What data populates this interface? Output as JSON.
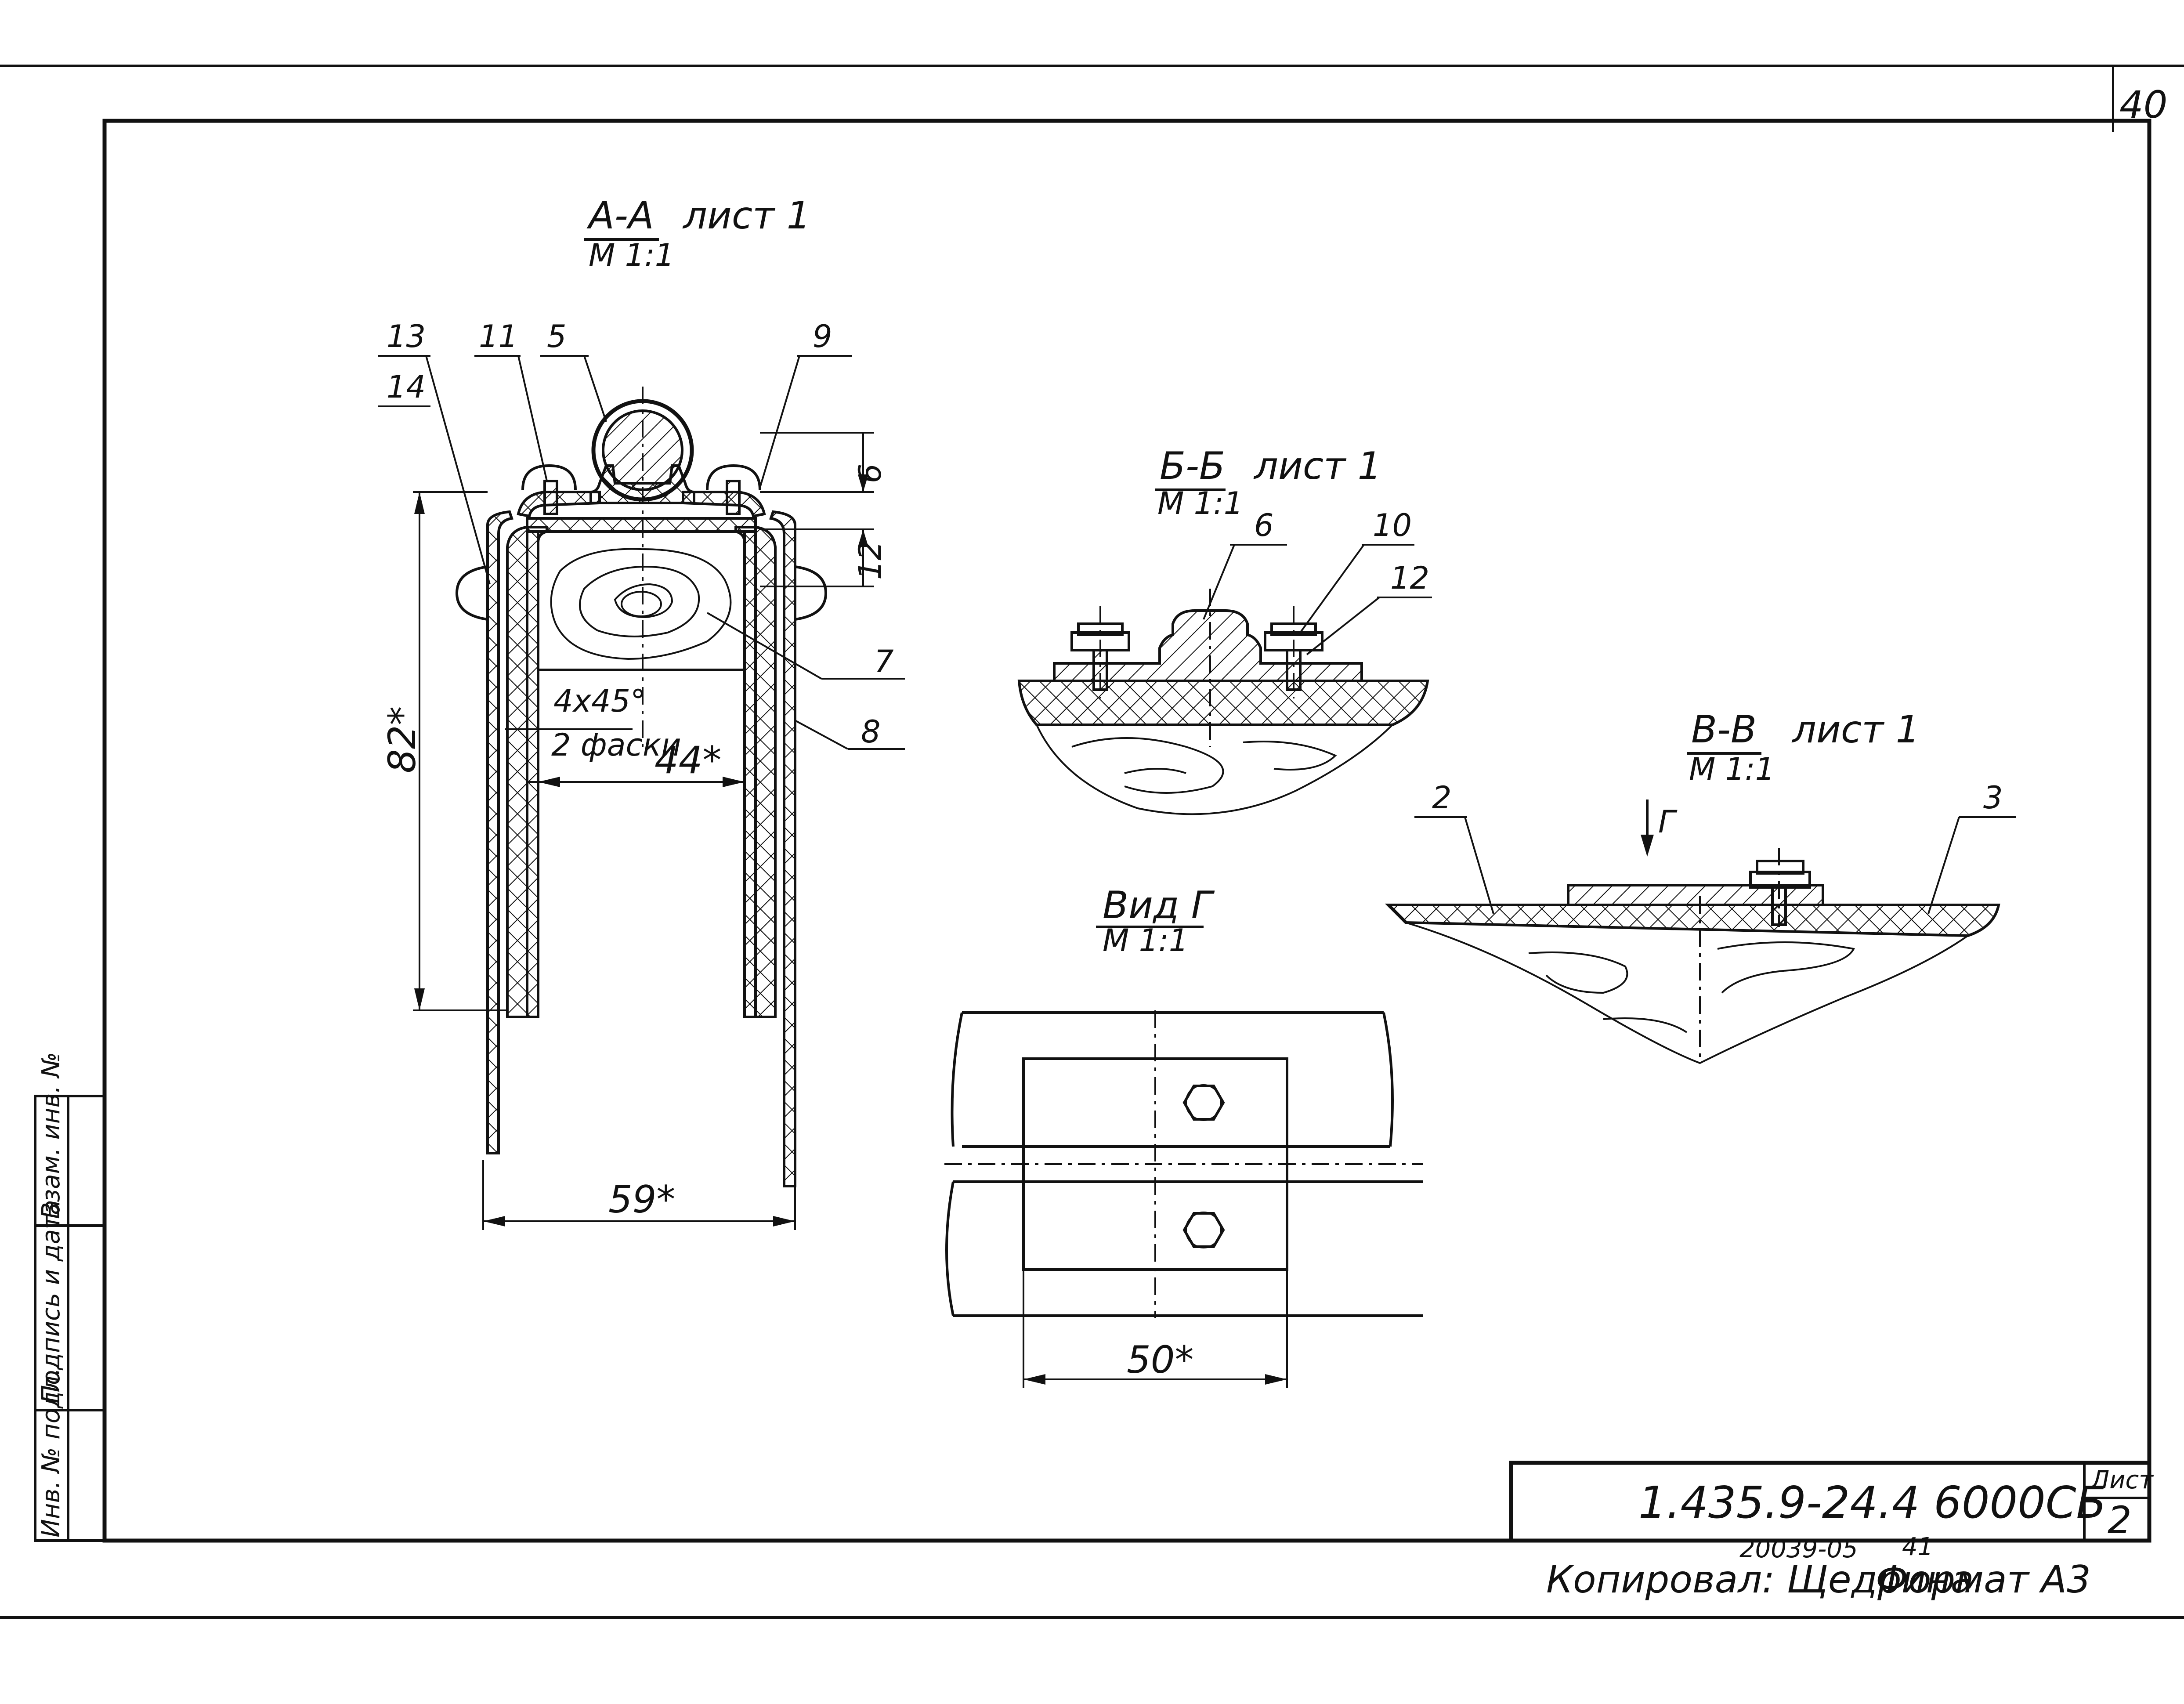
{
  "sheet_number_corner": "40",
  "document_code": "1.435.9-24.4 6000СБ",
  "sheet_label": "Лист",
  "sheet_value": "2",
  "bottom": {
    "code_number": "20039-05",
    "small_number": "41",
    "copied_by": "Копировал: Щедрина",
    "format": "Формат А3"
  },
  "side_stamp": {
    "inv_original": "Инв. № подл.",
    "sign_date": "Подпись и дата",
    "replace_inv": "Взам. инв. №"
  },
  "section_aa": {
    "title": "А-А",
    "sheet": "лист 1",
    "scale": "М 1:1",
    "callouts": [
      "13",
      "14",
      "11",
      "5",
      "9",
      "7",
      "8"
    ],
    "chamfer": "4x45°",
    "chamfer_note": "2 фаски",
    "dim_height": "82*",
    "dim_inner": "44*",
    "dim_outer": "59*",
    "dim_6": "6",
    "dim_12": "12"
  },
  "section_bb": {
    "title": "Б-Б",
    "sheet": "лист 1",
    "scale": "М 1:1",
    "callouts": [
      "6",
      "10",
      "12"
    ]
  },
  "section_vv": {
    "title": "В-В",
    "sheet": "лист 1",
    "scale": "М 1:1",
    "callouts": [
      "2",
      "3"
    ],
    "view_arrow": "Г"
  },
  "view_g": {
    "title": "Вид Г",
    "scale": "М 1:1",
    "dim": "50*"
  }
}
